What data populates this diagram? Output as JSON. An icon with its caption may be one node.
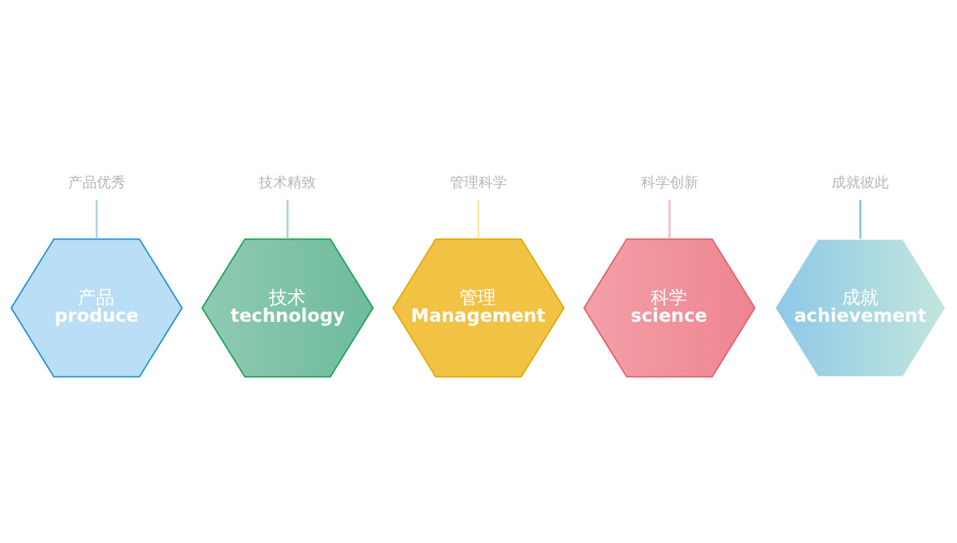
{
  "diagram": {
    "nodes": [
      {
        "text": [
          "产品",
          "produce"
        ]
      },
      {
        "text": [
          "技术",
          "technology"
        ]
      },
      {
        "text": [
          "管理",
          "Management"
        ]
      },
      {
        "text": [
          "科学",
          "science"
        ]
      },
      {
        "text": [
          "成就",
          "achievement"
        ]
      },
      {
        "text": [
          "产品优秀"
        ]
      },
      {
        "text": [
          "技术精致"
        ]
      },
      {
        "text": [
          "管理科学"
        ]
      },
      {
        "text": [
          "科学创新"
        ]
      },
      {
        "text": [
          "成就彼此"
        ]
      }
    ],
    "edges": [
      {
        "from": 5,
        "to": 0,
        "arrow": "none",
        "color": "#a9cde6"
      },
      {
        "from": 6,
        "to": 1,
        "arrow": "none",
        "color": "#9fd6b8"
      },
      {
        "from": 7,
        "to": 2,
        "arrow": "none",
        "color": "#fde8a0"
      },
      {
        "from": 8,
        "to": 3,
        "arrow": "none",
        "color": "#f7b6bb"
      },
      {
        "from": 9,
        "to": 4,
        "arrow": "none",
        "color": "#7fc0e4"
      }
    ]
  }
}
